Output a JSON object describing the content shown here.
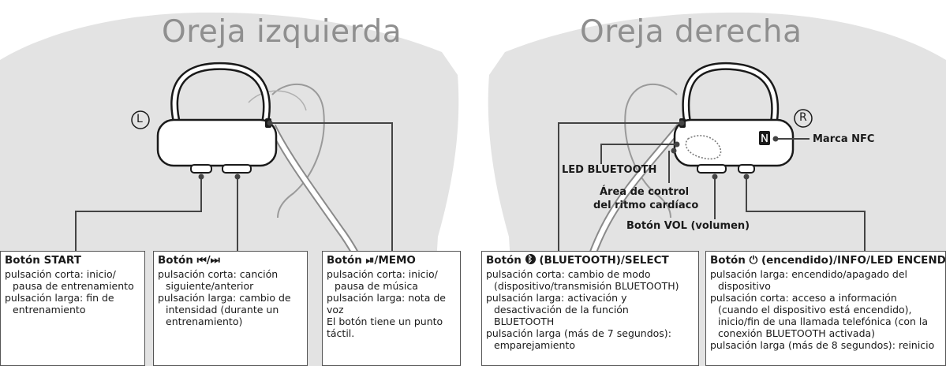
{
  "left_ear": {
    "title": "Oreja izquierda",
    "side_marker": "L"
  },
  "right_ear": {
    "title": "Oreja derecha",
    "side_marker": "R"
  },
  "callouts": {
    "nfc": "Marca NFC",
    "led_bluetooth": "LED BLUETOOTH",
    "heart_area_1": "Área de control",
    "heart_area_2": "del ritmo cardíaco",
    "vol_button": "Botón VOL (volumen)"
  },
  "boxes": {
    "start": {
      "title": "Botón START",
      "lines": [
        {
          "text": "pulsación corta: inicio/",
          "indent": false
        },
        {
          "text": "pausa de entrenamiento",
          "indent": true
        },
        {
          "text": "pulsación larga: fin de",
          "indent": false
        },
        {
          "text": "entrenamiento",
          "indent": true
        }
      ]
    },
    "track": {
      "title": "Botón ⏮/⏭",
      "lines": [
        {
          "text": "pulsación corta: canción",
          "indent": false
        },
        {
          "text": "siguiente/anterior",
          "indent": true
        },
        {
          "text": "pulsación larga: cambio de",
          "indent": false
        },
        {
          "text": "intensidad (durante un",
          "indent": true
        },
        {
          "text": "entrenamiento)",
          "indent": true
        }
      ]
    },
    "play": {
      "title": "Botón ⏯/MEMO",
      "lines": [
        {
          "text": "pulsación corta: inicio/",
          "indent": false
        },
        {
          "text": "pausa de música",
          "indent": true
        },
        {
          "text": "pulsación larga: nota de",
          "indent": false
        },
        {
          "text": "voz",
          "indent": false
        },
        {
          "text": "El botón tiene un punto",
          "indent": false
        },
        {
          "text": "táctil.",
          "indent": false
        }
      ]
    },
    "bluetooth": {
      "title_prefix": "Botón",
      "title_suffix": "(BLUETOOTH)/SELECT",
      "lines": [
        {
          "text": "pulsación corta: cambio de modo",
          "indent": false
        },
        {
          "text": "(dispositivo/transmisión BLUETOOTH)",
          "indent": true
        },
        {
          "text": "pulsación larga: activación y",
          "indent": false
        },
        {
          "text": "desactivación de la función",
          "indent": true
        },
        {
          "text": "BLUETOOTH",
          "indent": true
        },
        {
          "text": "pulsación larga (más de 7 segundos):",
          "indent": false
        },
        {
          "text": "emparejamiento",
          "indent": true
        }
      ]
    },
    "power": {
      "title": "Botón ⏻ (encendido)/INFO/LED ENCENDIDO",
      "lines": [
        {
          "text": "pulsación larga: encendido/apagado del",
          "indent": false
        },
        {
          "text": "dispositivo",
          "indent": true
        },
        {
          "text": "pulsación corta: acceso a información",
          "indent": false
        },
        {
          "text": "(cuando el dispositivo está encendido),",
          "indent": true
        },
        {
          "text": "inicio/fin de una llamada telefónica (con la",
          "indent": true
        },
        {
          "text": "conexión BLUETOOTH activada)",
          "indent": true
        },
        {
          "text": "pulsación larga (más de 8 segundos): reinicio",
          "indent": false
        }
      ]
    }
  }
}
